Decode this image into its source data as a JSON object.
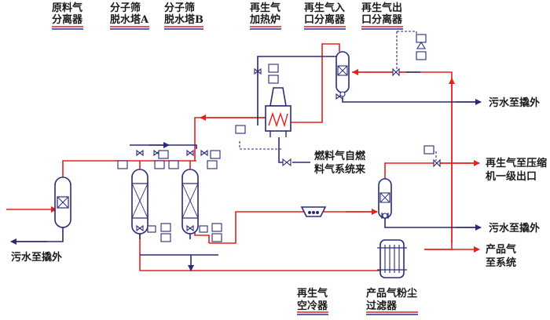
{
  "labels": {
    "feed_sep": [
      "原料气",
      "分离器"
    ],
    "tower_a": [
      "分子筛",
      "脱水塔A"
    ],
    "tower_b": [
      "分子筛",
      "脱水塔B"
    ],
    "heater": [
      "再生气",
      "加热炉"
    ],
    "regen_in_sep": [
      "再生气入",
      "口分离器"
    ],
    "regen_out_sep": [
      "再生气出",
      "口分离器"
    ],
    "fuel_gas": [
      "燃料气自燃",
      "料气系统来"
    ],
    "sewage_left": "污水至撬外",
    "sewage_top": "污水至撬外",
    "sewage_mid": "污水至撬外",
    "to_compressor": [
      "再生气至压缩",
      "机一级出口"
    ],
    "product_gas": [
      "产品气",
      "至系统"
    ],
    "regen_cooler": [
      "再生气",
      "空冷器"
    ],
    "dust_filter": [
      "产品气粉尘",
      "过滤器"
    ]
  },
  "colors": {
    "hot_line": "#e8201c",
    "cold_line": "#2a2a7a",
    "underline_red": "#d62020",
    "underline_blue": "#2a2a9a"
  }
}
